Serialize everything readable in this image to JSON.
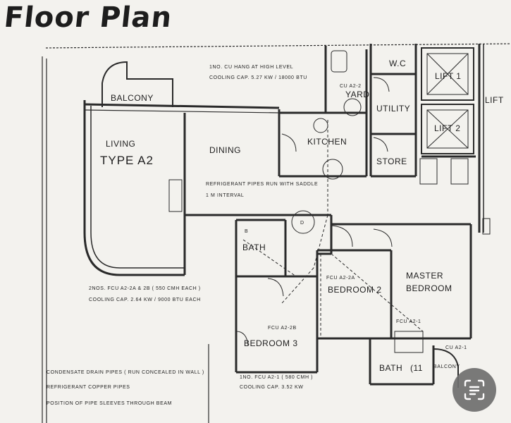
{
  "title": "Floor Plan",
  "type_label": "TYPE A2",
  "rooms": {
    "balcony": "BALCONY",
    "living": "LIVING",
    "dining": "DINING",
    "kitchen": "KITCHEN",
    "yard": "YARD",
    "wc": "W.C",
    "utility": "UTILITY",
    "store": "STORE",
    "lift1": "LIFT 1",
    "lift2": "LIFT 2",
    "lift_lobby": "LIFT",
    "bath1": "BATH",
    "bedroom2": "BEDROOM 2",
    "master": "MASTER",
    "master_bedroom": "BEDROOM",
    "bedroom3": "BEDROOM 3",
    "bath2": "BATH",
    "bath2_suffix": "(11",
    "balcony2": "BALCONY"
  },
  "annotations": {
    "fcu_top_1": "1NO. CU HANG AT HIGH LEVEL",
    "fcu_top_2": "COOLING CAP. 5.27 KW / 18000 BTU",
    "fcu_a22": "CU A2-2",
    "pipes_1": "REFRIGERANT PIPES RUN WITH SADDLE",
    "pipes_2": "1 M INTERVAL",
    "fcu_mid_1": "2NOS. FCU A2-2A & 2B ( 550 CMH EACH )",
    "fcu_mid_2": "COOLING CAP. 2.64 KW / 9000 BTU EACH",
    "fcu_a22a": "FCU A2-2A",
    "fcu_a22b": "FCU A2-2B",
    "fcu_a21": "FCU A2-1",
    "fcu_a21b": "CU A2-1",
    "fcu_bot_1": "1NO. FCU A2-1 ( 580 CMH )",
    "fcu_bot_2": "COOLING CAP. 3.52 KW",
    "bath_mark": "B",
    "door_mark": "D"
  },
  "legend": [
    "CONDENSATE DRAIN PIPES ( RUN CONCEALED IN WALL )",
    "REFRIGERANT COPPER PIPES",
    "POSITION OF PIPE SLEEVES THROUGH BEAM"
  ],
  "scan_button_icon": "text-scan-icon"
}
